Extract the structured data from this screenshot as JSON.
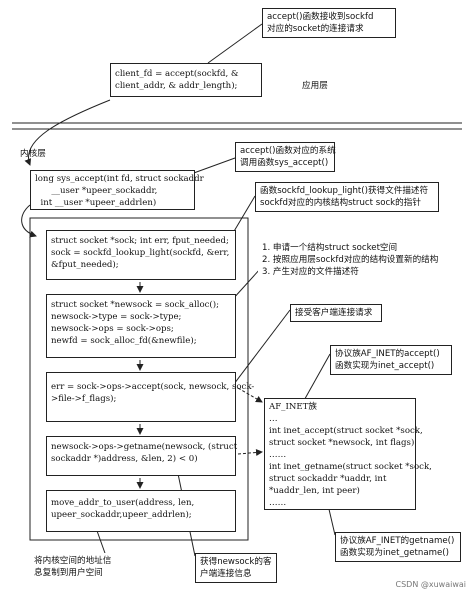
{
  "notes": {
    "accept_top": "accept()函数接收到sockfd\n对应的socket的连接请求",
    "accept_sys": "accept()函数对应的系统\n调用函数sys_accept()",
    "lookup": "函数sockfd_lookup_light()获得文件描述符\nsockfd对应的内核结构struct sock的指针",
    "steps": "1. 申请一个结构struct socket空间\n2. 按照应用层sockfd对应的结构设置新的结构\n3. 产生对应的文件描述符",
    "accept_client": "接受客户端连接请求",
    "inet_accept": "协议族AF_INET的accept()\n函数实现为inet_accept()",
    "inet_getname": "协议族AF_INET的getname()\n函数实现为inet_getname()",
    "getname_client": "获得newsock的客\n户端连接信息",
    "copy_user": "将内核空间的地址信\n息复制到用户空间"
  },
  "labels": {
    "app_layer": "应用层",
    "kernel_layer": "内核层"
  },
  "code": {
    "client_fd": "client_fd = accept(sockfd, &\nclient_addr, & addr_length);",
    "sys_accept": "long sys_accept(int fd, struct sockaddr\n      __user *upeer_sockaddr,\n  int __user *upeer_addrlen)",
    "block1": "struct socket *sock; int err, fput_needed;\nsock = sockfd_lookup_light(sockfd, &err,\n&fput_needed);",
    "block2": "struct socket *newsock = sock_alloc();\nnewsock->type = sock->type;\nnewsock->ops = sock->ops;\nnewfd = sock_alloc_fd(&newfile);",
    "block3": "err = sock->ops->accept(sock, newsock, sock-\n>file->f_flags);",
    "block4": "newsock->ops->getname(newsock, (struct\nsockaddr *)address, &len, 2) < 0)",
    "block5": "move_addr_to_user(address, len,\nupeer_sockaddr,upeer_addrlen);",
    "af_inet": "AF_INET族\n…\nint inet_accept(struct socket *sock,\nstruct socket *newsock, int flags)\n……\nint inet_getname(struct socket *sock,\nstruct sockaddr *uaddr, int\n*uaddr_len, int peer)\n……"
  },
  "watermark": "CSDN @xuwaiwai"
}
